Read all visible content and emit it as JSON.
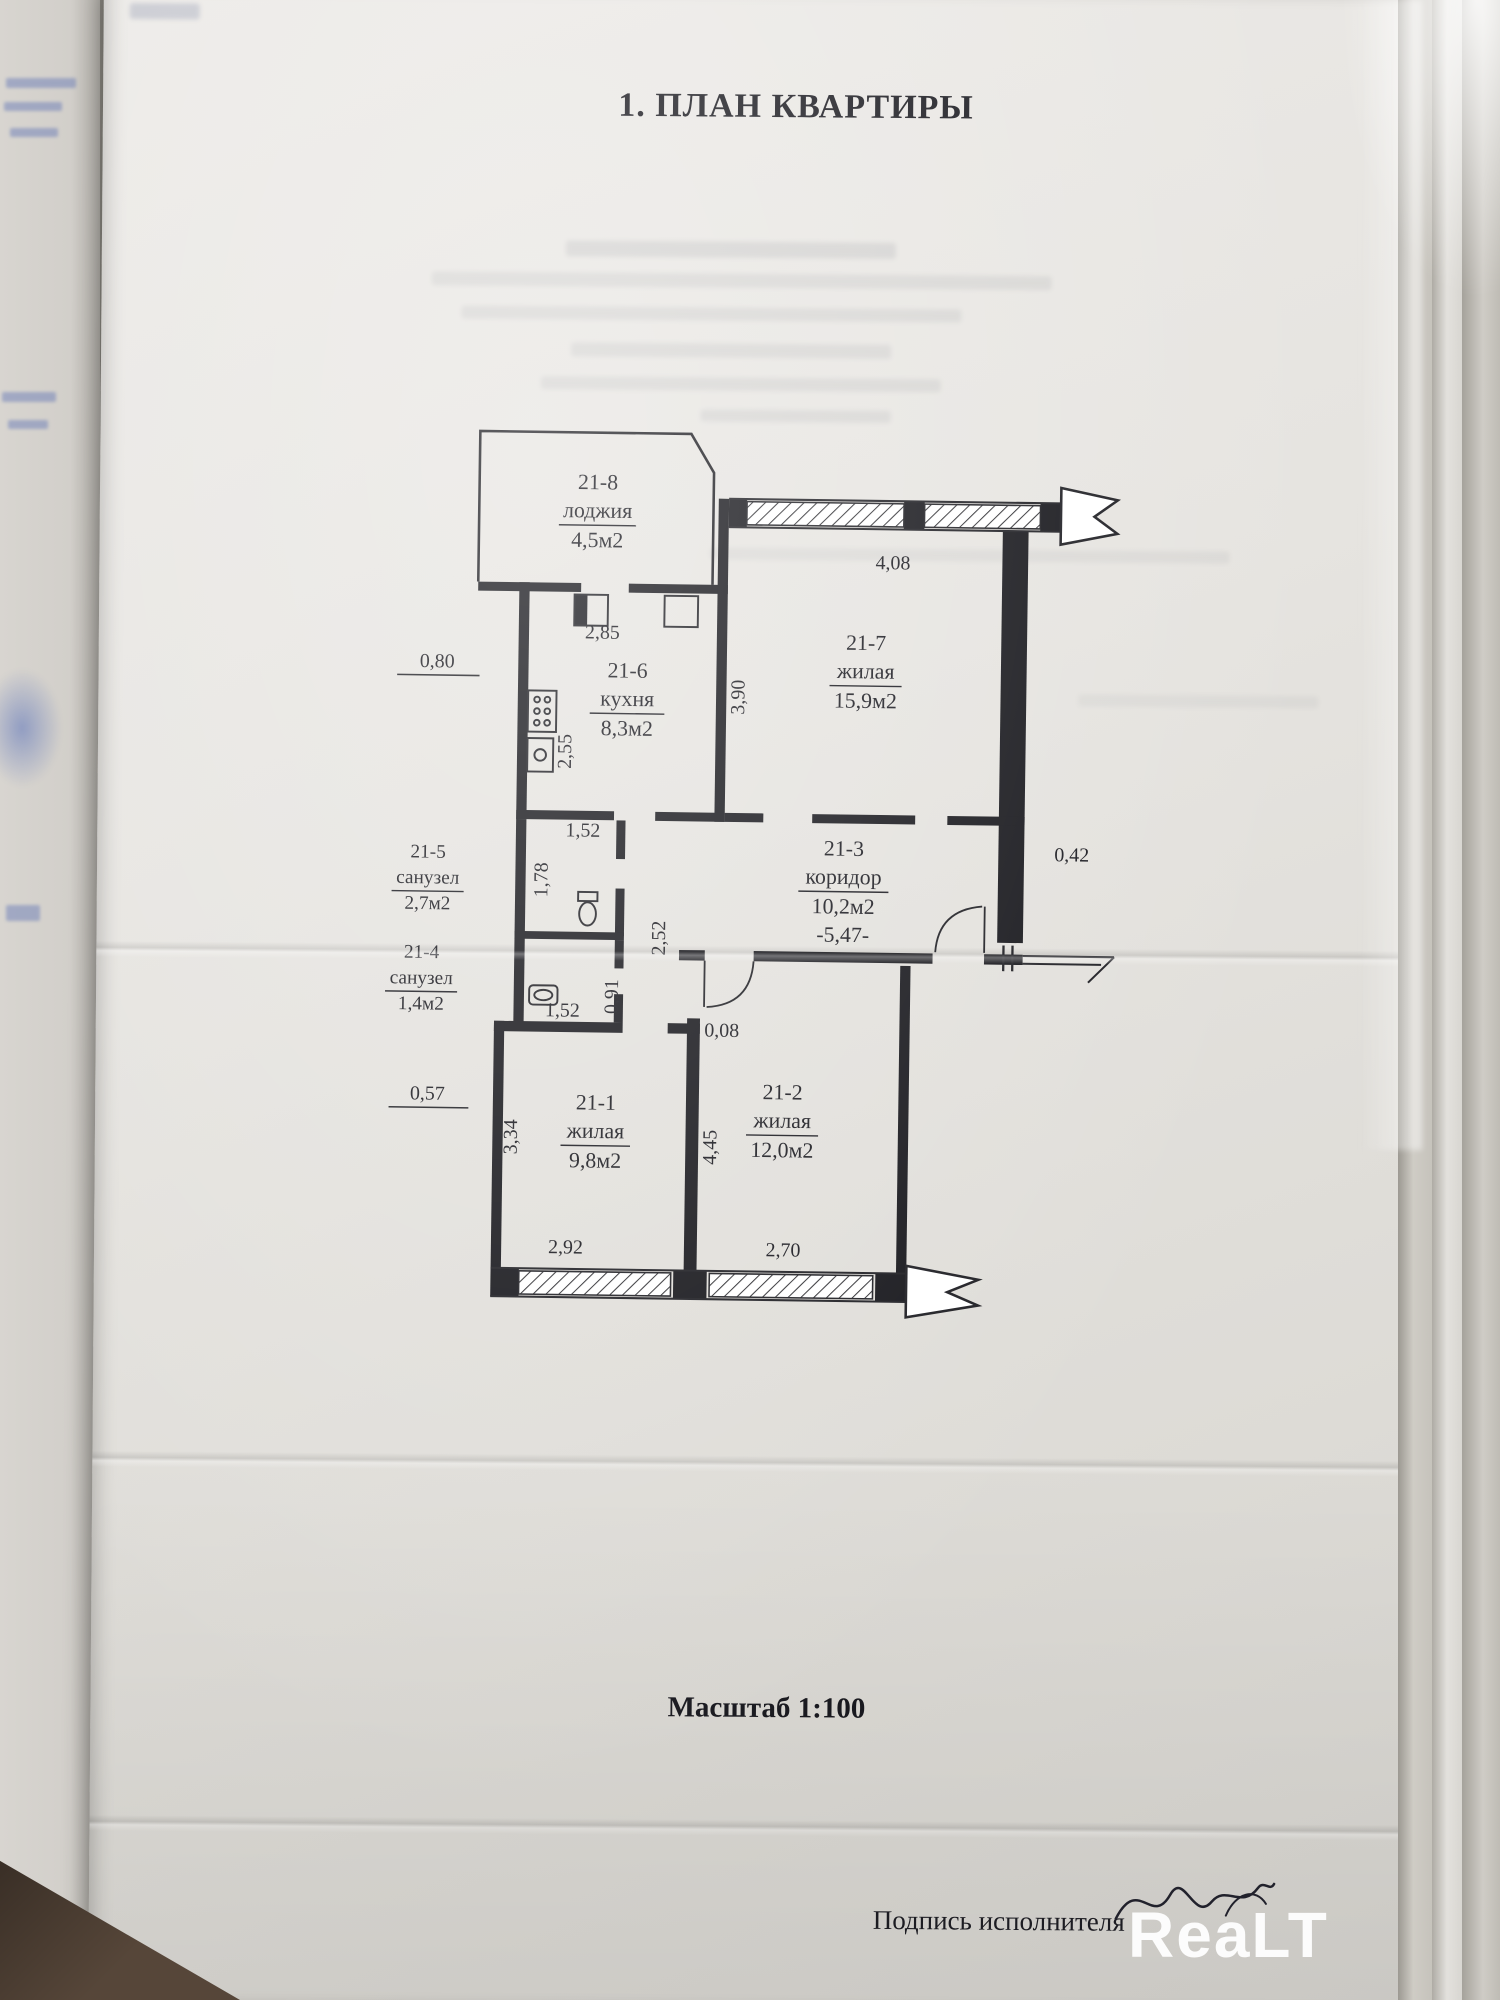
{
  "page": {
    "title": "1. ПЛАН КВАРТИРЫ",
    "scale_label": "Масштаб 1:100",
    "signature_label": "Подпись исполнителя",
    "watermark": "ReaLT"
  },
  "rooms": [
    {
      "id": "21-8",
      "name": "лоджия",
      "area": "4,5м2"
    },
    {
      "id": "21-7",
      "name": "жилая",
      "area": "15,9м2"
    },
    {
      "id": "21-6",
      "name": "кухня",
      "area": "8,3м2"
    },
    {
      "id": "21-5",
      "name": "санузел",
      "area": "2,7м2"
    },
    {
      "id": "21-4",
      "name": "санузел",
      "area": "1,4м2"
    },
    {
      "id": "21-3",
      "name": "коридор",
      "area": "10,2м2",
      "length_note": "-5,47-"
    },
    {
      "id": "21-1",
      "name": "жилая",
      "area": "9,8м2"
    },
    {
      "id": "21-2",
      "name": "жилая",
      "area": "12,0м2"
    }
  ],
  "dimensions": {
    "top_width": "4,08",
    "balcony_width": "2,85",
    "left_offset_top": "0,80",
    "room7_depth": "3,90",
    "kitchen_side": "2,55",
    "kitchen_width": "1,52",
    "wc5_depth": "1,78",
    "right_offset": "0,42",
    "hall_side": "2,52",
    "wc4_side": "0,91",
    "wc4_width": "1,52",
    "wall_gap": "0,08",
    "left_offset_bottom": "0,57",
    "room1_depth": "3,34",
    "room1_width": "2,92",
    "room2_depth": "4,45",
    "room2_width": "2,70"
  },
  "colors": {
    "ink": "#1a1a20",
    "paper": "#e7e5e1",
    "watermark": "#ffffff"
  }
}
